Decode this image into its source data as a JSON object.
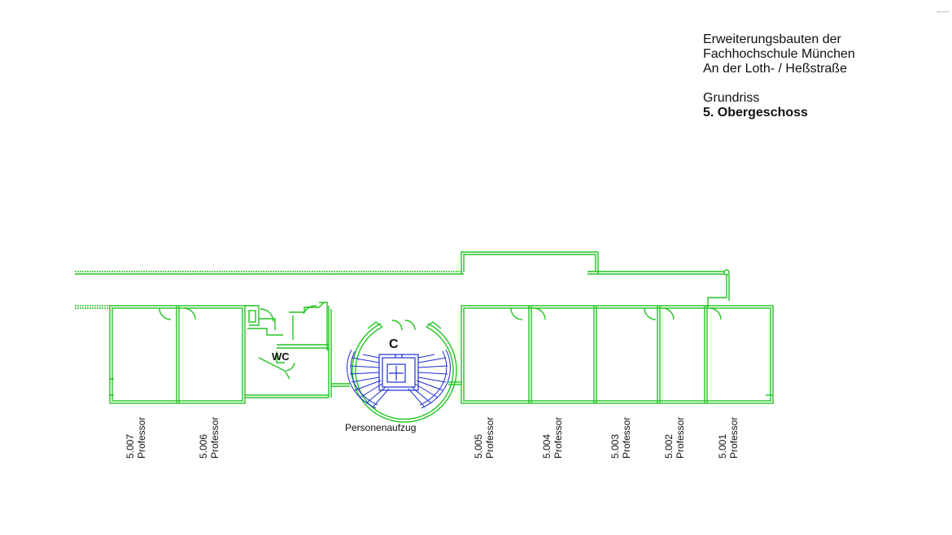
{
  "title": {
    "line1": "Erweiterungsbauten der",
    "line2": "Fachhochschule München",
    "line3": "An der Loth- / Heßstraße",
    "line4": "Grundriss",
    "line5": "5. Obergeschoss"
  },
  "labels": {
    "wc": "WC",
    "stair": "C",
    "elevator": "Personenaufzug"
  },
  "rooms": [
    {
      "number": "5.007",
      "use": "Professor"
    },
    {
      "number": "5.006",
      "use": "Professor"
    },
    {
      "number": "5.005",
      "use": "Professor"
    },
    {
      "number": "5.004",
      "use": "Professor"
    },
    {
      "number": "5.003",
      "use": "Professor"
    },
    {
      "number": "5.002",
      "use": "Professor"
    },
    {
      "number": "5.001",
      "use": "Professor"
    }
  ],
  "colors": {
    "walls": "#22c322",
    "stairs": "#1f2fd0",
    "text": "#111111"
  }
}
